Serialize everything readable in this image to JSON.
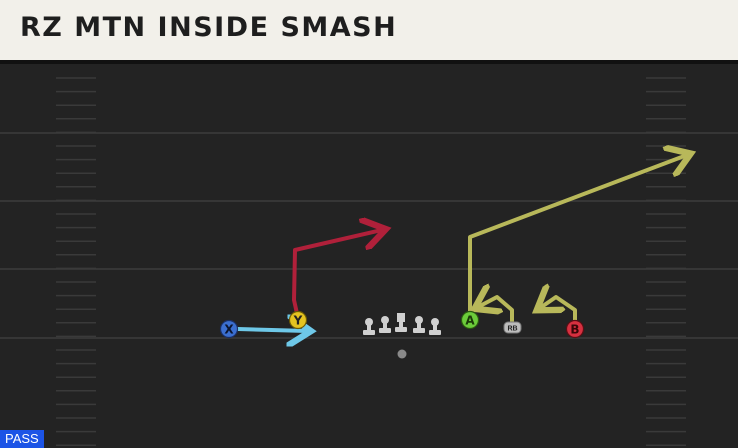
{
  "play": {
    "title": "RZ MTN INSIDE SMASH",
    "type_badge": "PASS"
  },
  "players": {
    "x": {
      "label": "X",
      "color": "#3b6fd1"
    },
    "y": {
      "label": "Y",
      "color": "#e5c420"
    },
    "a": {
      "label": "A",
      "color": "#6ccc3a"
    },
    "b": {
      "label": "B",
      "color": "#d63040"
    },
    "rb": {
      "label": "RB",
      "color": "#bdbdbd"
    }
  },
  "route_colors": {
    "x": "#6ec8e8",
    "y": "#b0203a",
    "a": "#b8b85a",
    "rb": "#b8b85a",
    "b": "#b8b85a"
  },
  "colors": {
    "field": "#232323",
    "yard_line": "#3c3c3c",
    "hash": "#3a3a3a",
    "lineman": "#d0d0d0",
    "ball": "#8a8a8a",
    "title_bg": "#f2f0ea",
    "badge_bg": "#1c54e6"
  }
}
